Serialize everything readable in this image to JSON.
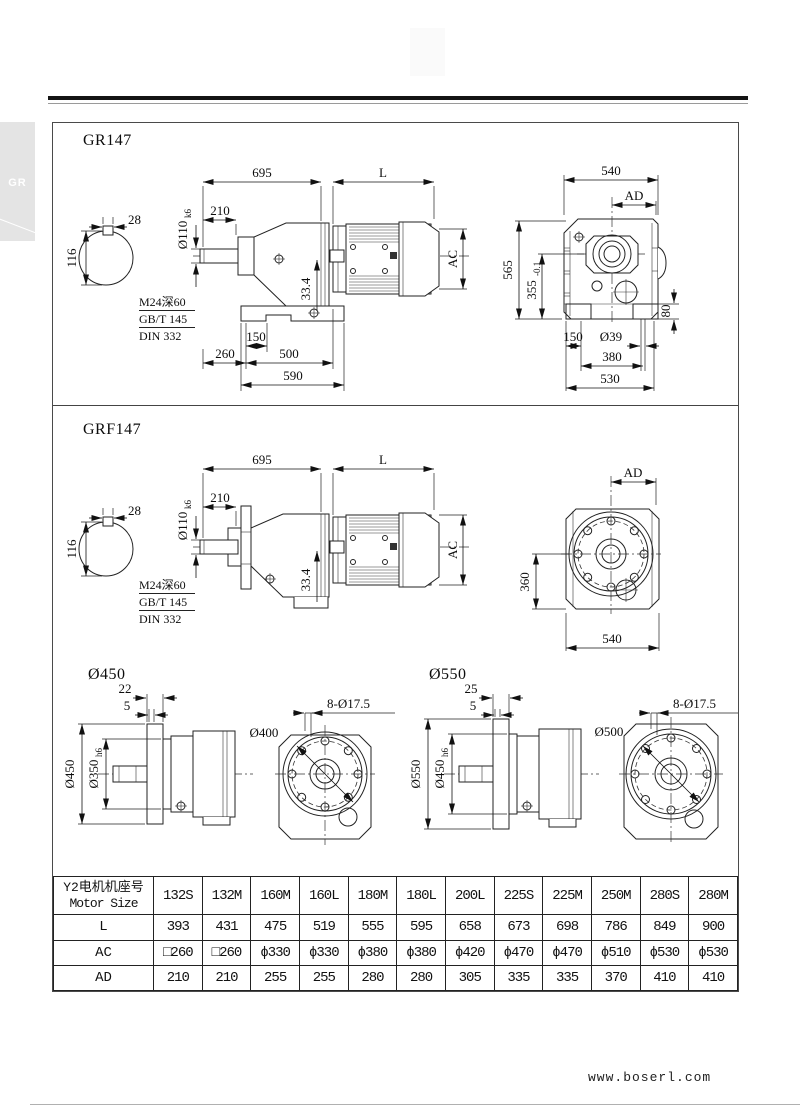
{
  "page": {
    "side_tab": "GR",
    "website": "www.boserl.com"
  },
  "gr147": {
    "title": "GR147",
    "shaft_section": {
      "key_width": "28",
      "diameter": "116",
      "note_thread": "M24深60",
      "note_std1": "GB/T 145",
      "note_std2": "DIN 332"
    },
    "side": {
      "gear_len": "695",
      "motor_len": "L",
      "shaft_len": "210",
      "shaft_dia": "Ø110",
      "shaft_tol": "k6",
      "key_height": "33.4",
      "motor_dia": "AC",
      "foot_hole": "150",
      "front_len": "260",
      "foot_len": "500",
      "total_len": "590"
    },
    "rear": {
      "width": "540",
      "motor_height": "AD",
      "height": "565",
      "center_height": "355",
      "center_tol": "-0.1",
      "foot_thk": "80",
      "hole_off": "150",
      "hole_dia": "Ø39",
      "hole_span": "380",
      "foot_width": "530"
    }
  },
  "grf147": {
    "title": "GRF147",
    "shaft_section": {
      "key_width": "28",
      "diameter": "116",
      "note_thread": "M24深60",
      "note_std1": "GB/T 145",
      "note_std2": "DIN 332"
    },
    "side": {
      "gear_len": "695",
      "motor_len": "L",
      "shaft_len": "210",
      "shaft_dia": "Ø110",
      "shaft_tol": "k6",
      "key_height": "33.4",
      "motor_dia": "AC"
    },
    "front": {
      "motor_height": "AD",
      "center_height": "360",
      "width": "540"
    }
  },
  "flange450": {
    "title": "Ø450",
    "plate_thk": "22",
    "spigot": "5",
    "outer_dia": "Ø450",
    "pilot_dia": "Ø350",
    "pilot_tol": "h6",
    "bolt_circle": "Ø400",
    "bolt_holes": "8-Ø17.5"
  },
  "flange550": {
    "title": "Ø550",
    "plate_thk": "25",
    "spigot": "5",
    "outer_dia": "Ø550",
    "pilot_dia": "Ø450",
    "pilot_tol": "h6",
    "bolt_circle": "Ø500",
    "bolt_holes": "8-Ø17.5"
  },
  "table": {
    "header_line1": "Y2电机机座号",
    "header_line2": "Motor Size",
    "columns": [
      "132S",
      "132M",
      "160M",
      "160L",
      "180M",
      "180L",
      "200L",
      "225S",
      "225M",
      "250M",
      "280S",
      "280M"
    ],
    "rows": [
      {
        "label": "L",
        "values": [
          "393",
          "431",
          "475",
          "519",
          "555",
          "595",
          "658",
          "673",
          "698",
          "786",
          "849",
          "900"
        ]
      },
      {
        "label": "AC",
        "values": [
          "□260",
          "□260",
          "ϕ330",
          "ϕ330",
          "ϕ380",
          "ϕ380",
          "ϕ420",
          "ϕ470",
          "ϕ470",
          "ϕ510",
          "ϕ530",
          "ϕ530"
        ]
      },
      {
        "label": "AD",
        "values": [
          "210",
          "210",
          "255",
          "255",
          "280",
          "280",
          "305",
          "335",
          "335",
          "370",
          "410",
          "410"
        ]
      }
    ]
  }
}
